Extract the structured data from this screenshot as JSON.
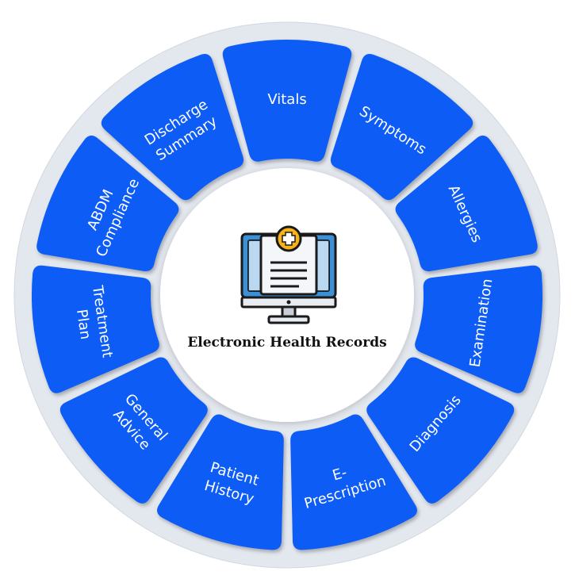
{
  "diagram": {
    "center_title": "Electronic Health Records",
    "center_icon": "computer-medical-record-icon",
    "segment_color": "#0a5cf5",
    "ring_color": "#e3e7ee",
    "segments": [
      {
        "id": "vitals",
        "lines": [
          "Vitals"
        ]
      },
      {
        "id": "symptoms",
        "lines": [
          "Symptoms"
        ]
      },
      {
        "id": "allergies",
        "lines": [
          "Allergies"
        ]
      },
      {
        "id": "examination",
        "lines": [
          "Examination"
        ]
      },
      {
        "id": "diagnosis",
        "lines": [
          "Diagnosis"
        ]
      },
      {
        "id": "e-prescription",
        "lines": [
          "E-",
          "Prescription"
        ]
      },
      {
        "id": "patient-history",
        "lines": [
          "Patient",
          "History"
        ]
      },
      {
        "id": "general-advice",
        "lines": [
          "General",
          "Advice"
        ]
      },
      {
        "id": "treatment-plan",
        "lines": [
          "Treatment",
          "Plan"
        ]
      },
      {
        "id": "abdm-compliance",
        "lines": [
          "ABDM",
          "Compliance"
        ]
      },
      {
        "id": "discharge-summary",
        "lines": [
          "Discharge",
          "Summary"
        ]
      }
    ]
  }
}
